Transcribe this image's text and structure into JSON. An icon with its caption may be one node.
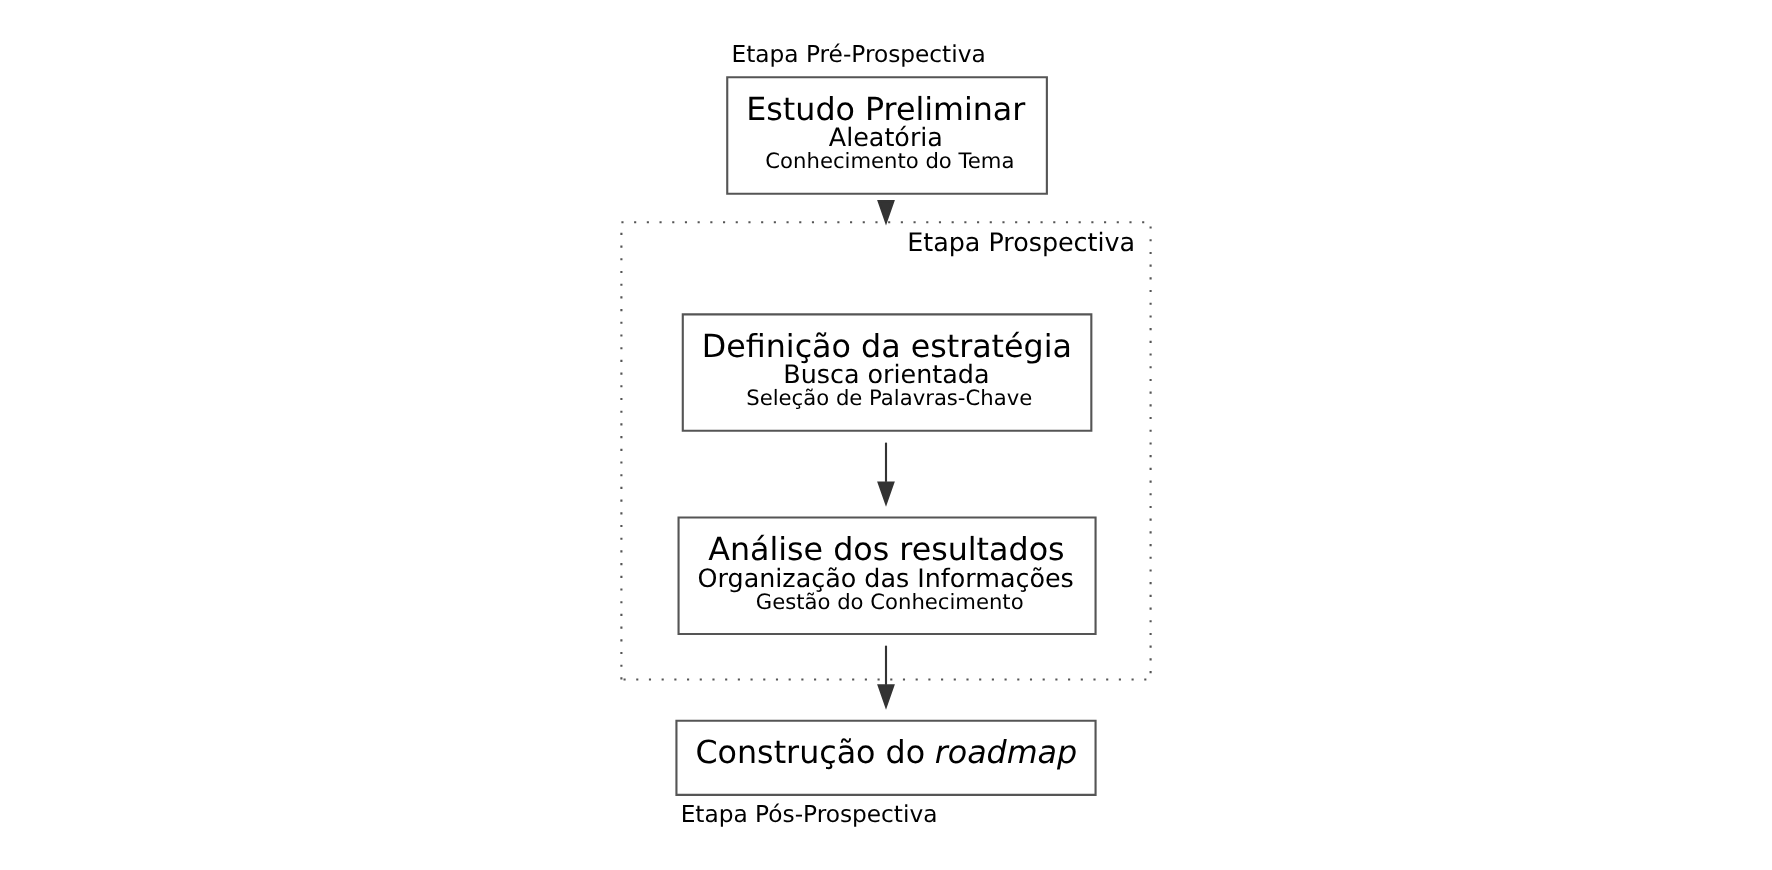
{
  "diagram": {
    "nodes": [
      {
        "text": [
          "Estudo Preliminar",
          "Aleatória",
          "Conhecimento do Tema"
        ],
        "beside": [
          "Etapa Pré-Prospectiva"
        ]
      },
      {
        "text": [
          "Etapa Prospectiva"
        ]
      },
      {
        "text": [
          "Definição da estratégia",
          "Busca orientada",
          "Seleção de Palavras-Chave"
        ],
        "in": 1
      },
      {
        "text": [
          "Análise dos resultados",
          "Organização das Informações",
          "Gestão do Conhecimento"
        ],
        "in": 1
      },
      {
        "text": [
          "Construção do *roadmap*"
        ],
        "beside": [
          "Etapa Pós-Prospectiva"
        ]
      }
    ],
    "edges": [
      {
        "from": 0,
        "to": 1,
        "arrow": "to"
      },
      {
        "from": 2,
        "to": 3,
        "arrow": "to"
      },
      {
        "from": 3,
        "to": 4,
        "arrow": "to"
      }
    ]
  }
}
